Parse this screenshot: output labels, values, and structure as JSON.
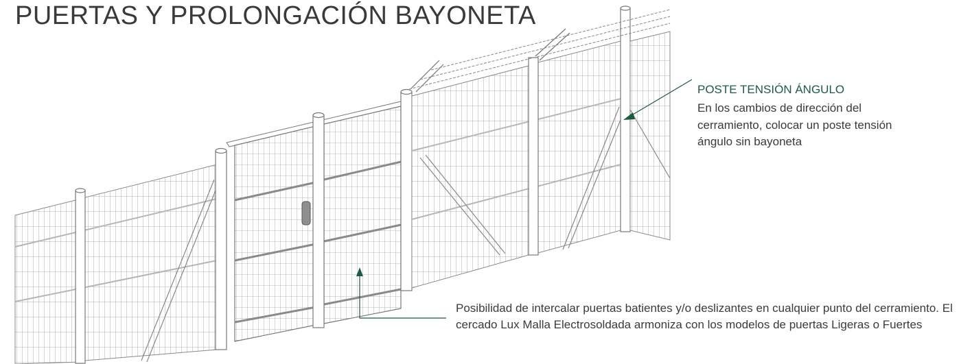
{
  "title": "PUERTAS Y PROLONGACIÓN BAYONETA",
  "callouts": {
    "angle_post": {
      "heading": "POSTE TENSIÓN ÁNGULO",
      "text": "En los cambios de dirección del cerramiento, colocar un poste tensión ángulo sin bayoneta"
    },
    "gates": {
      "text": "Posibilidad de intercalar puertas batientes y/o deslizantes en cualquier punto del cerramiento. El cercado Lux Malla Electrosoldada armoniza con los modelos de puertas Ligeras o Fuertes"
    }
  },
  "colors": {
    "accent": "#1f5a40",
    "line": "#777777",
    "text": "#3a3a3a"
  },
  "icons": [
    "arrow-up-icon",
    "arrow-diagonal-icon"
  ]
}
